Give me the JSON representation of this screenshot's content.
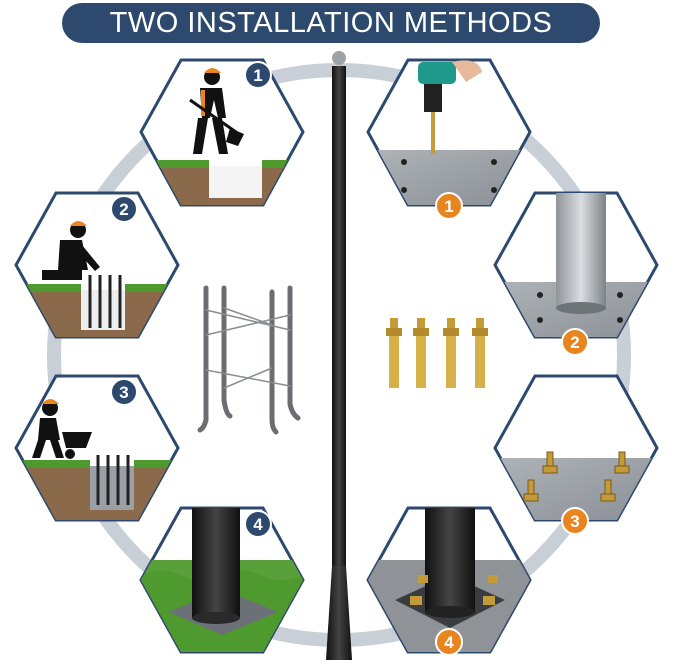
{
  "banner": {
    "title": "TWO INSTALLATION METHODS"
  },
  "left_steps": [
    {
      "number": "1",
      "icon": "worker-digging-icon"
    },
    {
      "number": "2",
      "icon": "worker-placing-rebar-icon"
    },
    {
      "number": "3",
      "icon": "worker-pouring-concrete-icon"
    },
    {
      "number": "4",
      "icon": "pole-on-grass-icon"
    }
  ],
  "right_steps": [
    {
      "number": "1",
      "icon": "drilling-plate-icon"
    },
    {
      "number": "2",
      "icon": "pole-on-base-plate-icon"
    },
    {
      "number": "3",
      "icon": "anchor-bolts-icon"
    },
    {
      "number": "4",
      "icon": "pole-bolted-icon"
    }
  ],
  "colors": {
    "banner": "#2d4a6e",
    "badge_left": "#2d4a6e",
    "badge_right": "#e8851f",
    "ring": "#c9cfd6",
    "pole": "#1e1e1e",
    "grass": "#4f9a2e",
    "soil": "#8a6a4a"
  }
}
